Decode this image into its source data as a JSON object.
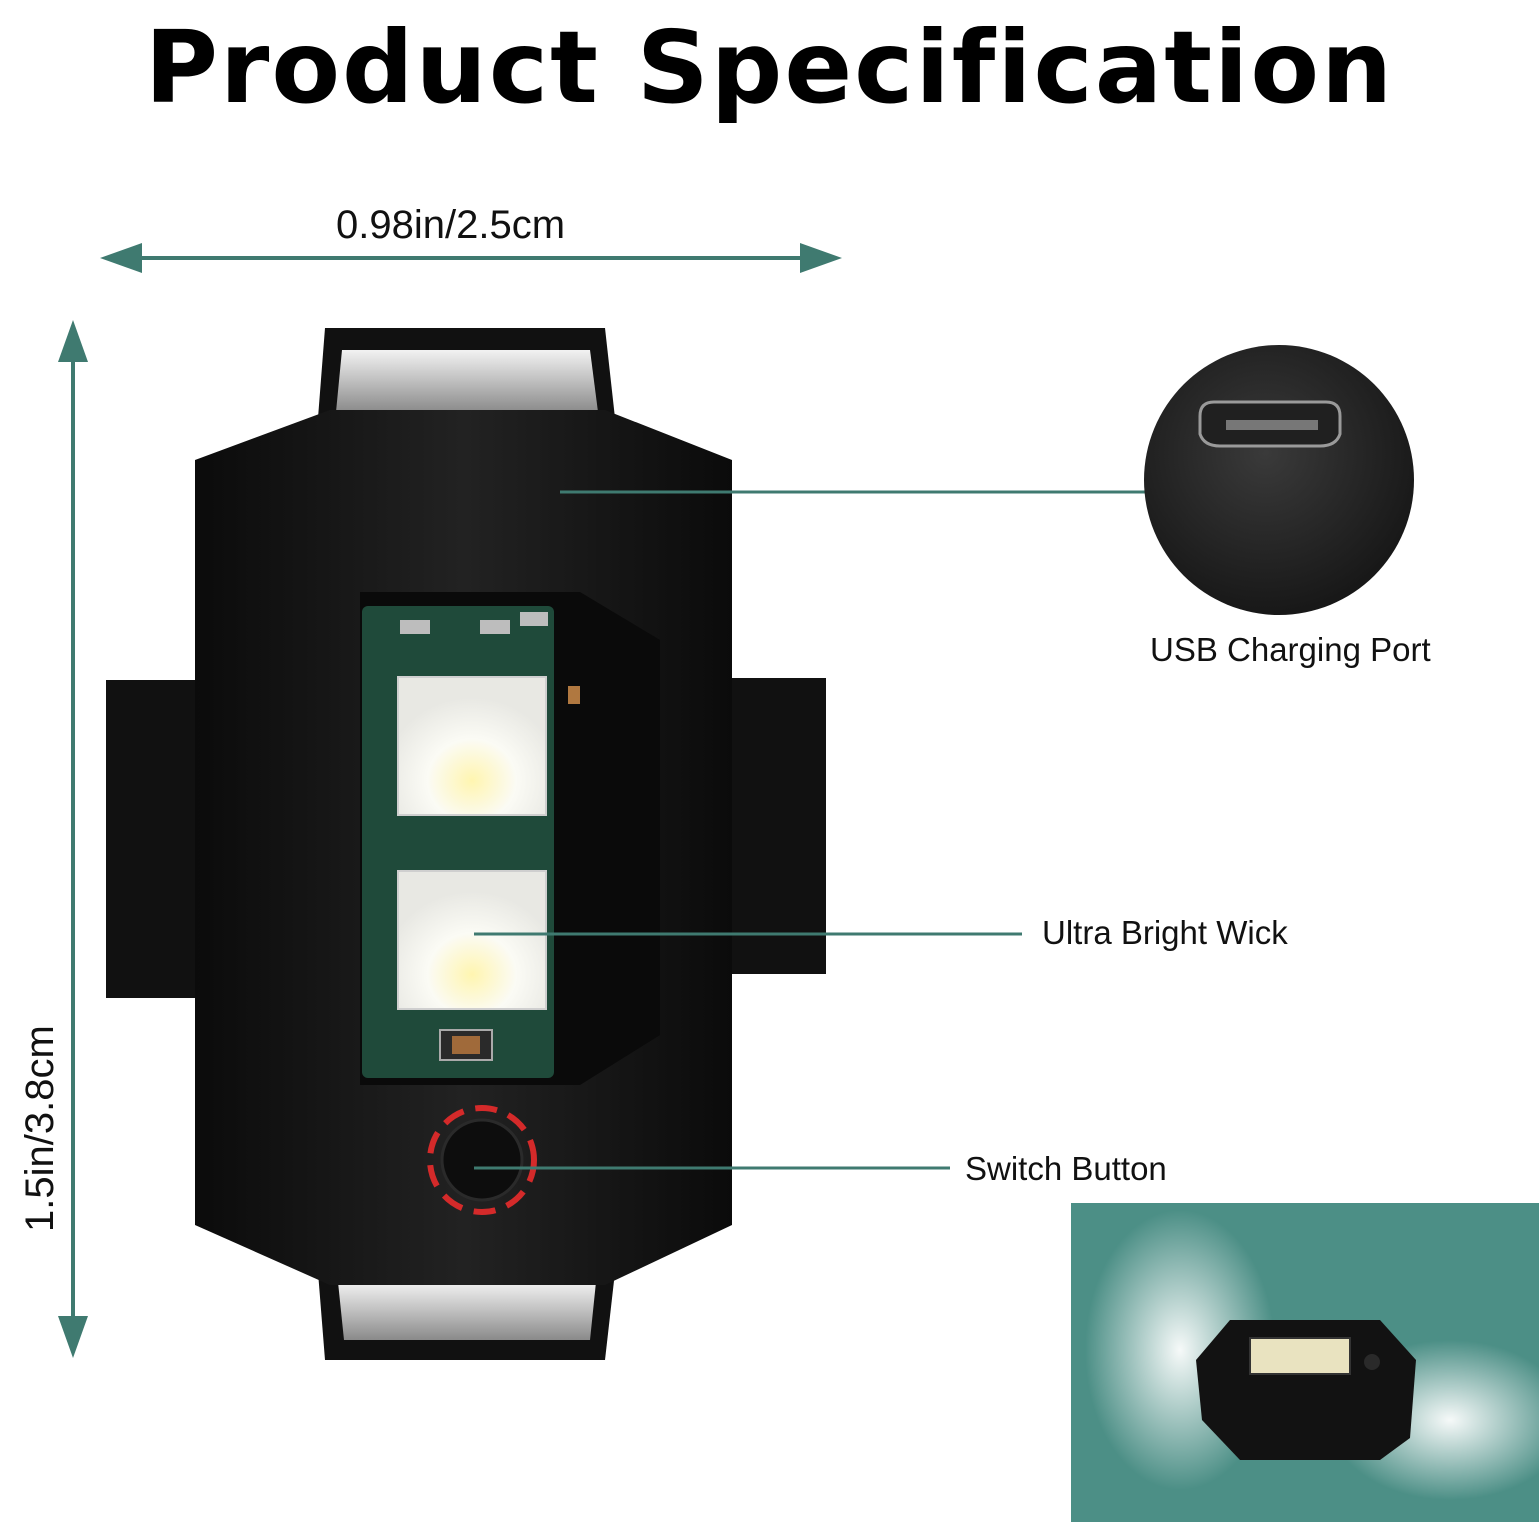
{
  "title": "Product Specification",
  "dimensions": {
    "width_label": "0.98in/2.5cm",
    "height_label": "1.5in/3.8cm"
  },
  "callouts": {
    "usb_port": "USB Charging Port",
    "wick": "Ultra Bright Wick",
    "switch": "Switch Button"
  },
  "colors": {
    "arrow": "#3f7a70",
    "callout_line": "#3f7a70",
    "device_body": "#141414",
    "pcb": "#1f4a3a",
    "switch_ring": "#d42a2a",
    "inset_bg": "#4c8f86"
  }
}
